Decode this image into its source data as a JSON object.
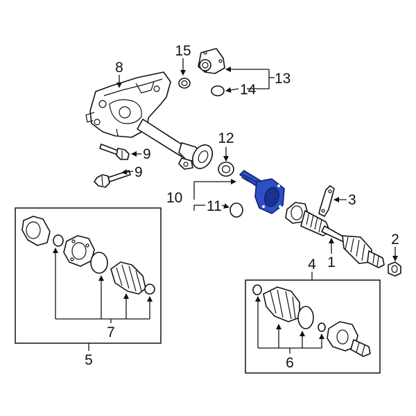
{
  "callouts": {
    "c1": "1",
    "c2": "2",
    "c3": "3",
    "c4": "4",
    "c5": "5",
    "c6": "6",
    "c7": "7",
    "c8": "8",
    "c9a": "9",
    "c9b": "9",
    "c10": "10",
    "c11": "11",
    "c12": "12",
    "c13": "13",
    "c14": "14",
    "c15": "15"
  },
  "colors": {
    "highlight": "#2e4fc4",
    "line": "#111111",
    "background": "#ffffff"
  }
}
